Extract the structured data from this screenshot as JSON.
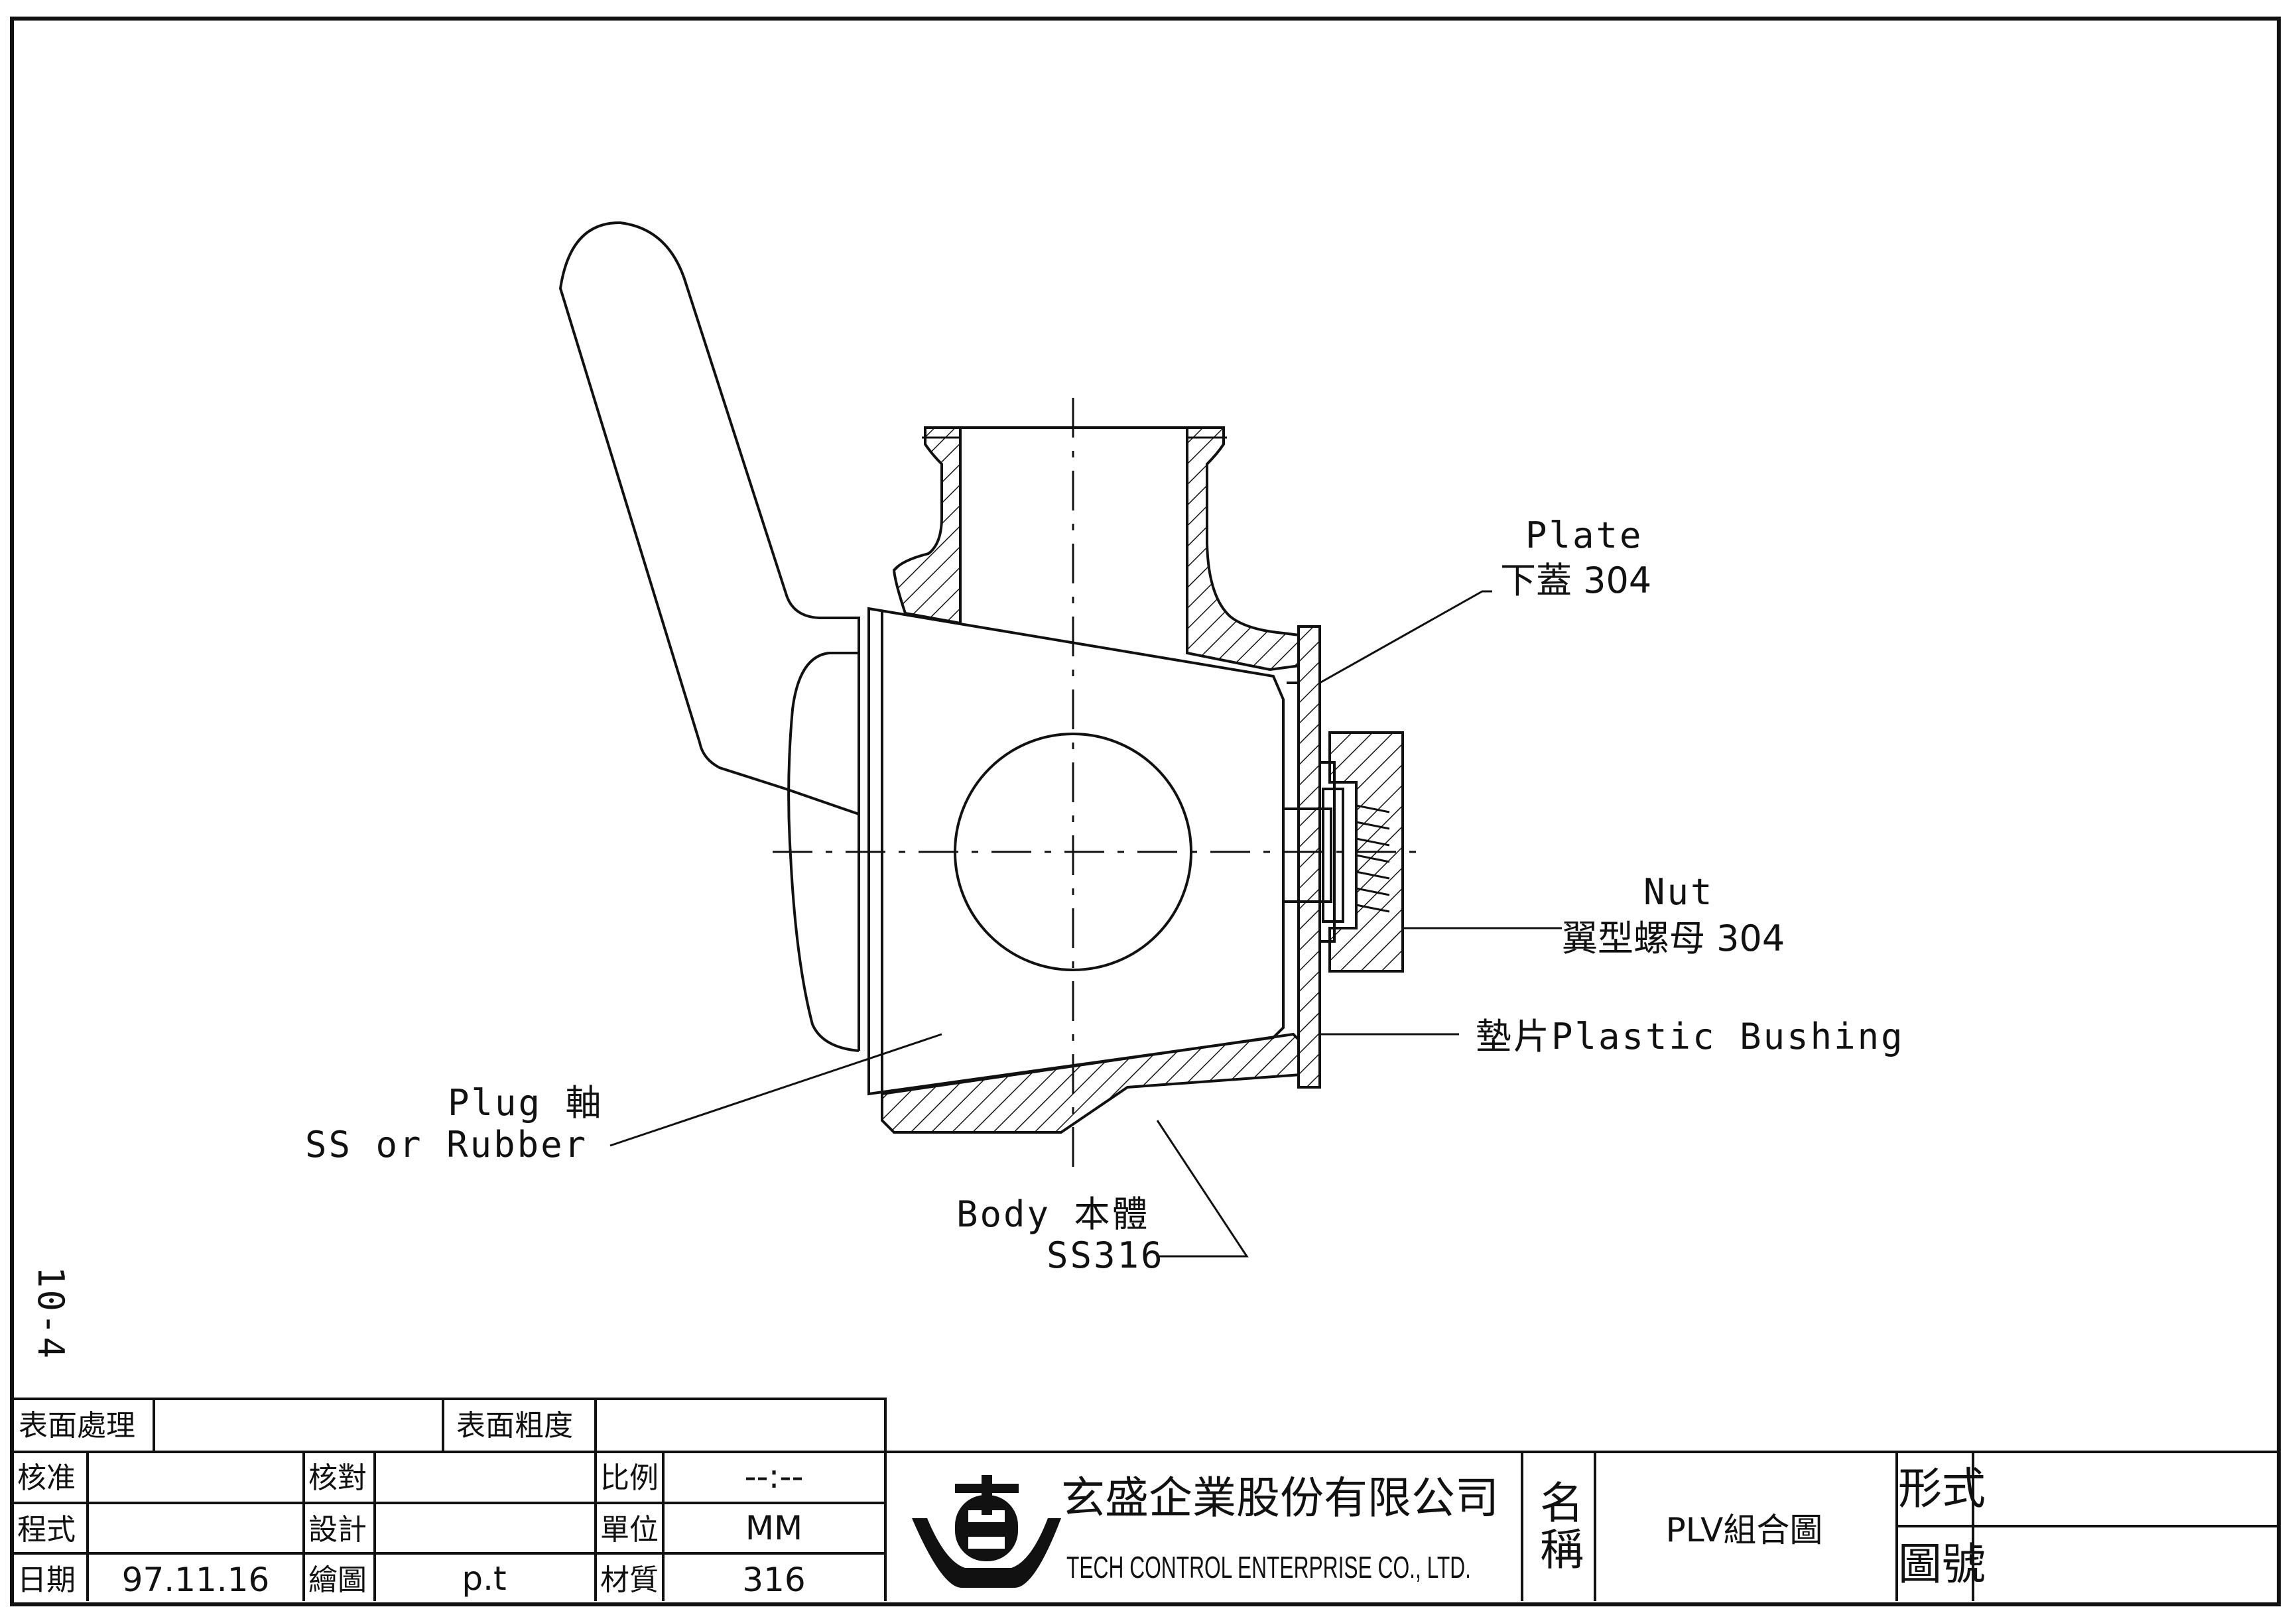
{
  "sheet_number": "10-4",
  "callouts": {
    "plate_en": "Plate",
    "plate_cn": "下蓋 304",
    "nut_en": "Nut",
    "nut_cn": "翼型螺母 304",
    "bushing": "墊片Plastic Bushing",
    "plug_line1": "Plug 軸",
    "plug_line2": "SS or Rubber",
    "body_line1": "Body 本體",
    "body_line2": "SS316"
  },
  "title_block": {
    "surface_treatment_label": "表面處理",
    "surface_treatment_value": "",
    "surface_roughness_label": "表面粗度",
    "surface_roughness_value": "",
    "approve_label": "核准",
    "approve_value": "",
    "check_label": "核對",
    "check_value": "",
    "scale_label": "比例",
    "scale_value": "--:--",
    "process_label": "程式",
    "process_value": "",
    "design_label": "設計",
    "design_value": "",
    "unit_label": "單位",
    "unit_value": "MM",
    "date_label": "日期",
    "date_value": "97.11.16",
    "drawn_label": "繪圖",
    "drawn_value": "p.t",
    "material_label": "材質",
    "material_value": "316",
    "company_cn": "玄盛企業股份有限公司",
    "company_en": "TECH CONTROL ENTERPRISE CO., LTD.",
    "name_label_1": "名",
    "name_label_2": "稱",
    "name_value": "PLV組合圖",
    "type_label": "形式",
    "type_value": "",
    "drawing_no_label": "圖號",
    "drawing_no_value": ""
  }
}
